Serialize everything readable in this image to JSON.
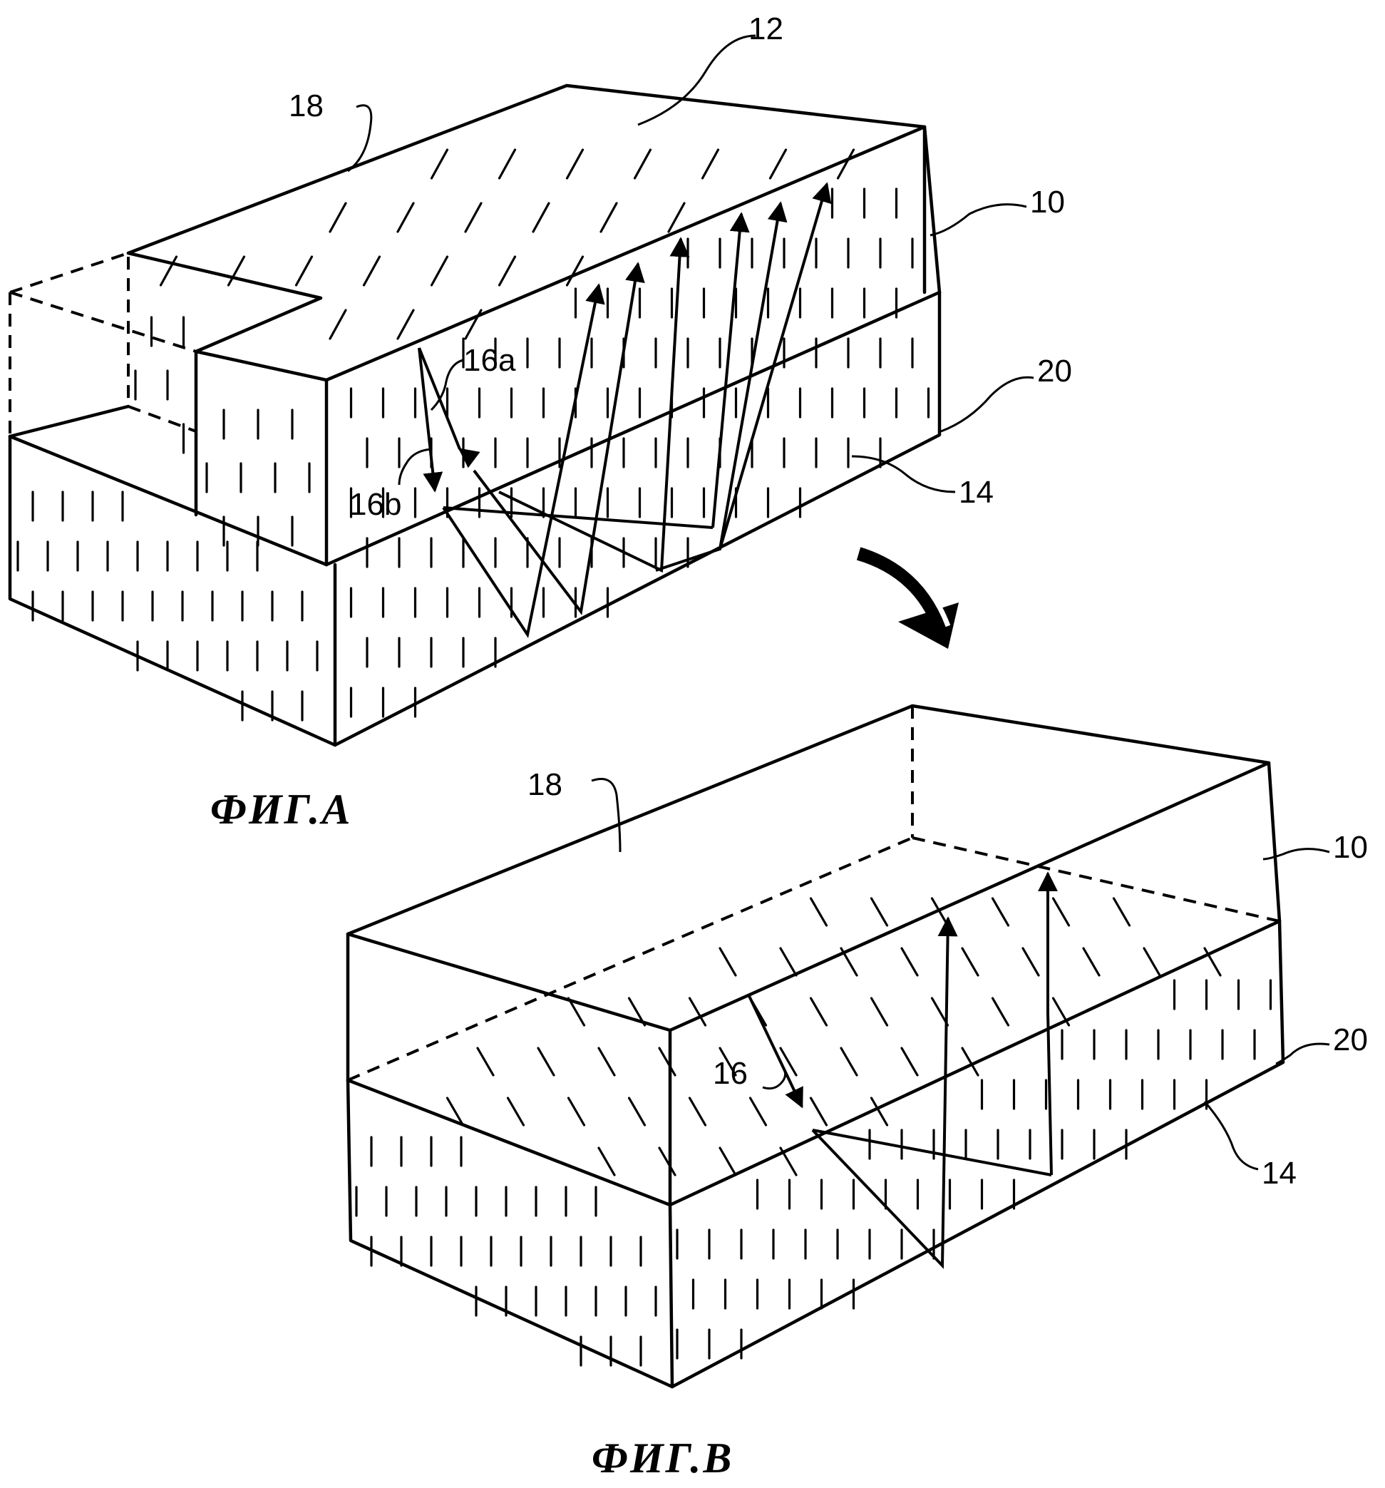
{
  "figure_a": {
    "caption": "ФИГ.А",
    "labels": {
      "l12": "12",
      "l18": "18",
      "l10": "10",
      "l20": "20",
      "l14": "14",
      "l16a": "16a",
      "l16b": "16b"
    }
  },
  "figure_b": {
    "caption": "ФИГ.В",
    "labels": {
      "l18": "18",
      "l10": "10",
      "l20": "20",
      "l14": "14",
      "l16": "16"
    }
  }
}
